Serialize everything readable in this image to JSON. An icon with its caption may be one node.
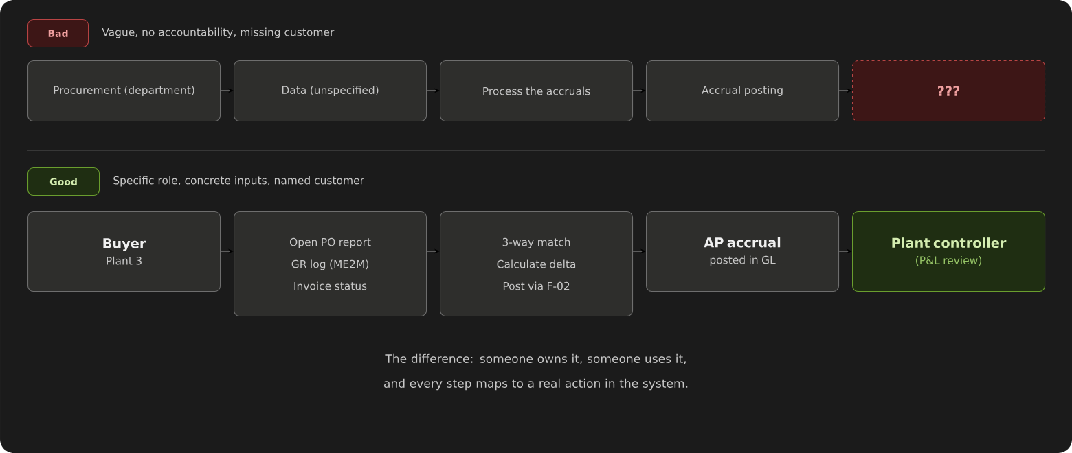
{
  "diagram": {
    "nodes": [
      {
        "text": [
          "Bad"
        ],
        "beside": [
          "Vague, no accountability, missing customer"
        ]
      },
      {
        "text": [
          "Procurement (department)"
        ]
      },
      {
        "text": [
          "Data (unspecified)"
        ]
      },
      {
        "text": [
          "Process the accruals"
        ]
      },
      {
        "text": [
          "Accrual posting"
        ]
      },
      {
        "text": [
          "???"
        ]
      },
      {
        "text": [
          "Good"
        ],
        "beside": [
          "Specific role, concrete inputs, named customer"
        ]
      },
      {
        "text": [
          "Buyer",
          "Plant 3"
        ]
      },
      {
        "text": [
          "Open PO report",
          "GR log (ME2M)",
          "Invoice status"
        ]
      },
      {
        "text": [
          "3-way match",
          "Calculate delta",
          "Post via F-02"
        ]
      },
      {
        "text": [
          "AP accrual",
          "posted in GL"
        ]
      },
      {
        "text": [
          "Plant controller",
          "(P&L review)"
        ]
      }
    ],
    "edges": [
      {
        "from": 1,
        "to": 2,
        "arrow": "to"
      },
      {
        "from": 2,
        "to": 3,
        "arrow": "to"
      },
      {
        "from": 3,
        "to": 4,
        "arrow": "to"
      },
      {
        "from": 4,
        "to": 5,
        "arrow": "to"
      },
      {
        "from": 7,
        "to": 8,
        "arrow": "to"
      },
      {
        "from": 8,
        "to": 9,
        "arrow": "to"
      },
      {
        "from": 9,
        "to": 10,
        "arrow": "to"
      },
      {
        "from": 10,
        "to": 11,
        "arrow": "to"
      }
    ],
    "caption": "The difference: someone owns it, someone uses it, and every step maps to a real action in the system."
  }
}
